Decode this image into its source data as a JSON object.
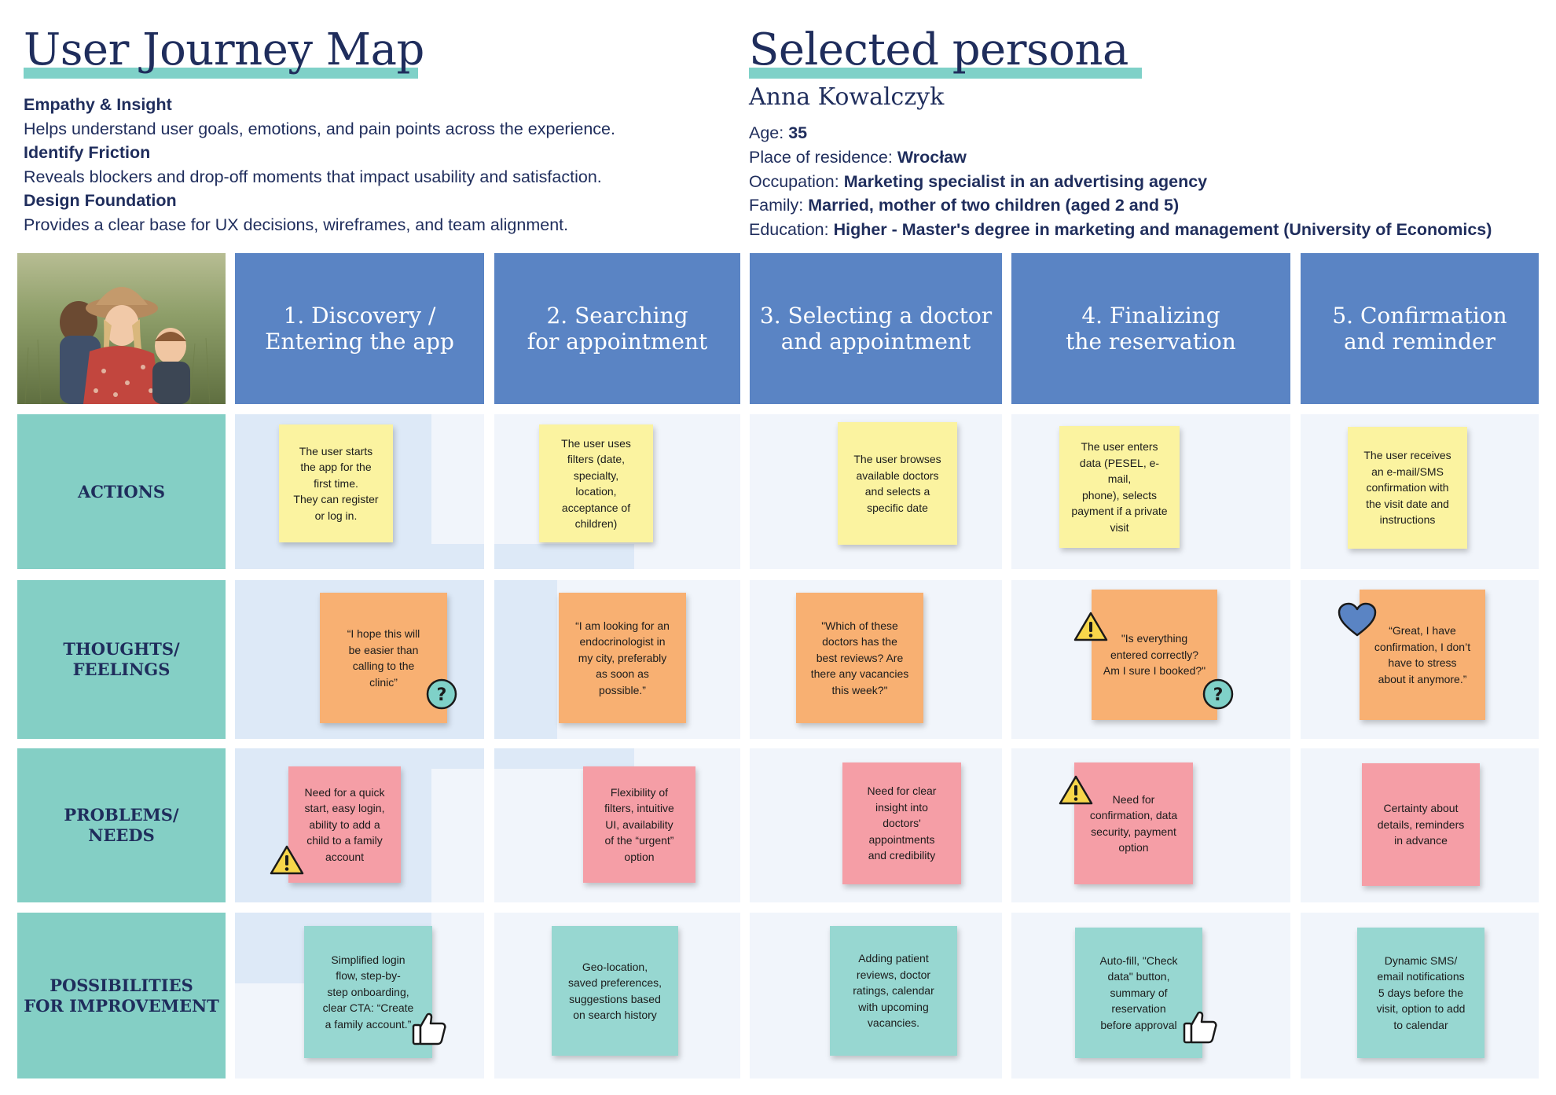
{
  "header": {
    "title": "User Journey Map",
    "intro": [
      {
        "heading": "Empathy & Insight",
        "text": "Helps understand user goals, emotions, and pain points across the experience."
      },
      {
        "heading": "Identify Friction",
        "text": "Reveals blockers and drop-off moments that impact usability and satisfaction."
      },
      {
        "heading": "Design Foundation",
        "text": "Provides a clear base for UX decisions, wireframes, and team alignment."
      }
    ]
  },
  "persona": {
    "title": "Selected persona",
    "name": "Anna Kowalczyk",
    "fields": [
      {
        "label": "Age: ",
        "value": "35"
      },
      {
        "label": "Place of residence: ",
        "value": "Wrocław"
      },
      {
        "label": "Occupation: ",
        "value": "Marketing specialist in an advertising agency"
      },
      {
        "label": "Family: ",
        "value": "Married, mother of two children (aged 2 and 5)"
      },
      {
        "label": "Education: ",
        "value": "Higher - Master's degree in marketing and management (University of Economics)"
      }
    ]
  },
  "stages": [
    {
      "line1": "1. Discovery /",
      "line2": "Entering the app"
    },
    {
      "line1": "2. Searching",
      "line2": "for appointment"
    },
    {
      "line1": "3. Selecting a doctor",
      "line2": "and appointment"
    },
    {
      "line1": "4. Finalizing",
      "line2": "the reservation"
    },
    {
      "line1": "5. Confirmation",
      "line2": "and reminder"
    }
  ],
  "rows": [
    {
      "line1": "ACTIONS",
      "line2": ""
    },
    {
      "line1": "THOUGHTS/",
      "line2": "FEELINGS"
    },
    {
      "line1": "PROBLEMS/",
      "line2": "NEEDS"
    },
    {
      "line1": "POSSIBILITIES",
      "line2": "FOR IMPROVEMENT"
    }
  ],
  "notes": {
    "actions": [
      [
        "The user starts",
        "the app for the",
        "first time.",
        "They can register",
        "or log in."
      ],
      [
        "The user uses",
        "filters (date,",
        "specialty,",
        "location,",
        "acceptance of",
        "children)"
      ],
      [
        "The user browses",
        "available doctors",
        "and selects a",
        "specific date"
      ],
      [
        "The user enters",
        "data (PESEL, e-mail,",
        "phone), selects",
        "payment if a private",
        "visit"
      ],
      [
        "The user receives",
        "an e-mail/SMS",
        "confirmation with",
        "the visit date and",
        "instructions"
      ]
    ],
    "thoughts": [
      [
        "“I hope this will",
        "be easier than",
        "calling to the",
        "clinic”"
      ],
      [
        "“I am looking for an",
        "endocrinologist in",
        "my city, preferably",
        "as soon as",
        "possible.”"
      ],
      [
        "\"Which of these",
        "doctors has the",
        "best reviews? Are",
        "there any vacancies",
        "this week?\""
      ],
      [
        "\"Is everything",
        "entered correctly?",
        "Am I sure I booked?\""
      ],
      [
        "“Great, I have",
        "confirmation, I don’t",
        "have to stress",
        "about it anymore.”"
      ]
    ],
    "problems": [
      [
        "Need for a quick",
        "start, easy login,",
        "ability to add a",
        "child to a family",
        "account"
      ],
      [
        "Flexibility of",
        "filters, intuitive",
        "UI, availability",
        "of the “urgent”",
        "option"
      ],
      [
        "Need for clear",
        "insight into",
        "doctors'",
        "appointments",
        "and credibility"
      ],
      [
        "Need for",
        "confirmation, data",
        "security, payment",
        "option"
      ],
      [
        "Certainty about",
        "details, reminders",
        "in advance"
      ]
    ],
    "improvements": [
      [
        "Simplified login",
        "flow, step-by-",
        "step onboarding,",
        "clear CTA: “Create",
        "a family account.”"
      ],
      [
        "Geo-location,",
        "saved preferences,",
        "suggestions based",
        "on search history"
      ],
      [
        "Adding patient",
        "reviews, doctor",
        "ratings, calendar",
        "with upcoming",
        "vacancies."
      ],
      [
        "Auto-fill, \"Check",
        "data\" button,",
        "summary of",
        "reservation",
        "before approval"
      ],
      [
        "Dynamic SMS/",
        "email notifications",
        "5 days before the",
        "visit, option to add",
        "to calendar"
      ]
    ]
  },
  "icons": {
    "question": "question-mark-icon",
    "warning": "warning-triangle-icon",
    "heart": "heart-icon",
    "thumbs_up": "thumbs-up-icon",
    "question_color": "#7fd1c8",
    "warning_color": "#f7d64a",
    "heart_color": "#5a84c4"
  },
  "colors": {
    "stage_header": "#5a84c4",
    "row_label": "#84cfc5",
    "note_action": "#fbf3a0",
    "note_thought": "#f8b072",
    "note_problem": "#f59ea6",
    "note_improvement": "#97d7d1"
  }
}
